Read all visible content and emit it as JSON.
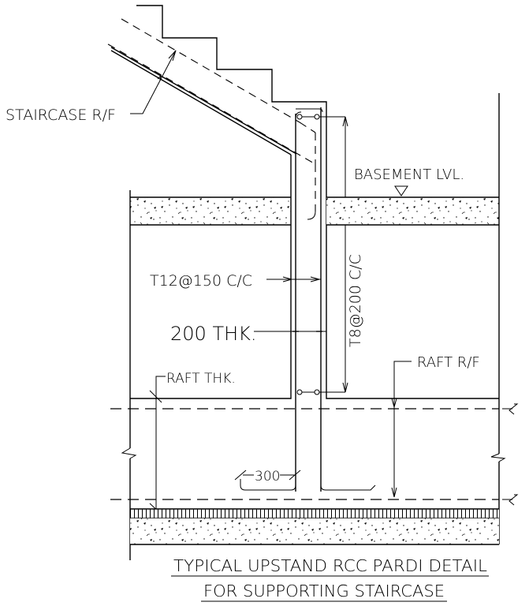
{
  "drawing": {
    "title_line1": "TYPICAL UPSTAND RCC PARDI DETAIL",
    "title_line2": "FOR SUPPORTING STAIRCASE",
    "labels": {
      "staircase_rf": "STAIRCASE R/F",
      "basement_lvl": "BASEMENT LVL.",
      "t12": "T12@150 C/C",
      "t8": "T8@200 C/C",
      "thk_200": "200 THK.",
      "raft_thk": "RAFT THK.",
      "raft_rf": "RAFT R/F",
      "dim_300": "300"
    },
    "colors": {
      "line": "#000000",
      "background": "#ffffff"
    }
  }
}
